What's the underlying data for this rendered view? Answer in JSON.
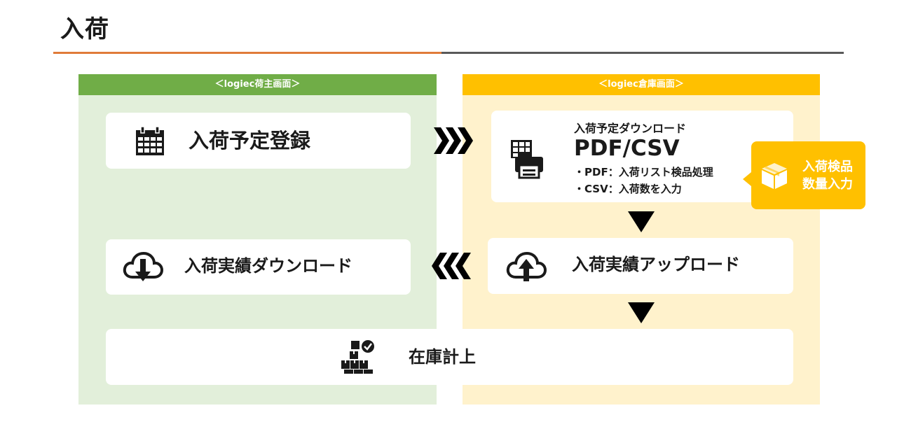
{
  "page": {
    "title": "入荷"
  },
  "panels": {
    "shipper": {
      "header": "＜logiec荷主画面＞"
    },
    "warehouse": {
      "header": "＜logiec倉庫画面＞"
    }
  },
  "steps": {
    "register": {
      "label": "入荷予定登録",
      "icon": "calendar-icon"
    },
    "download_plan": {
      "title": "入荷予定ダウンロード",
      "format": "PDF/CSV",
      "notes": [
        "・PDF：入荷リスト検品処理",
        "・CSV：入荷数を入力"
      ],
      "icon": "printer-icon"
    },
    "inspection": {
      "line1": "入荷検品",
      "line2": "数量入力",
      "icon": "box-icon"
    },
    "results_upload": {
      "label": "入荷実績アップロード",
      "icon": "cloud-upload-icon"
    },
    "results_download": {
      "label": "入荷実績ダウンロード",
      "icon": "cloud-download-icon"
    },
    "stock": {
      "label": "在庫計上",
      "icon": "boxes-check-icon"
    }
  },
  "colors": {
    "title_rule_left": "#e07b39",
    "title_rule_right": "#595959",
    "shipper_header": "#70ad47",
    "shipper_bg": "#e2efda",
    "warehouse_header": "#ffc000",
    "warehouse_bg": "#fff2cc",
    "badge": "#ffc000",
    "arrow": "#000000"
  }
}
